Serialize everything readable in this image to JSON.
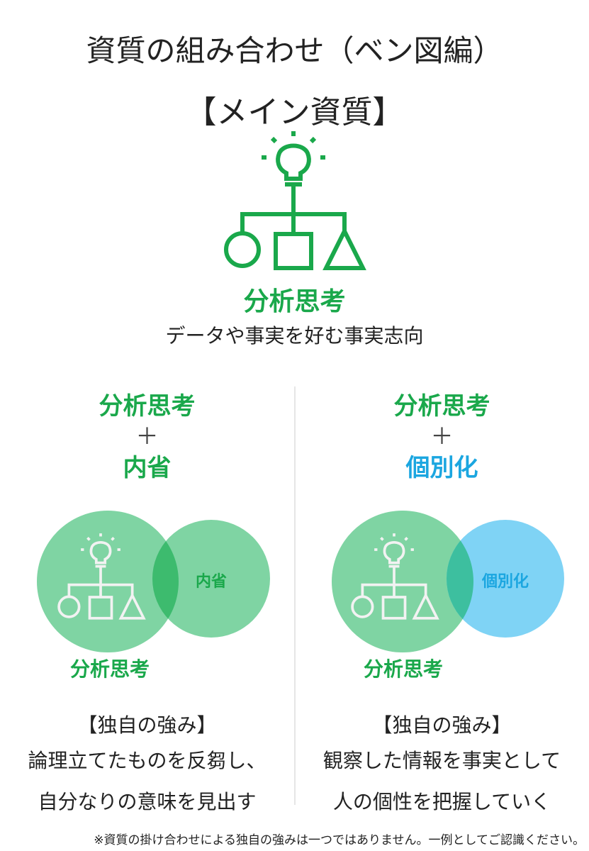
{
  "title": "資質の組み合わせ（ベン図編）",
  "subtitle": "【メイン資質】",
  "main": {
    "name": "分析思考",
    "description": "データや事実を好む事実志向",
    "icon": "analytical-thinking-icon"
  },
  "plus": "＋",
  "columns": [
    {
      "primary": "分析思考",
      "secondary": "内省",
      "venn_primary_label": "分析思考",
      "venn_secondary_label": "内省",
      "strength_heading": "【独自の強み】",
      "strength_lines": [
        "論理立てたものを反芻し、",
        "自分なりの意味を見出す"
      ],
      "secondary_color": "#1aa84b"
    },
    {
      "primary": "分析思考",
      "secondary": "個別化",
      "venn_primary_label": "分析思考",
      "venn_secondary_label": "個別化",
      "strength_heading": "【独自の強み】",
      "strength_lines": [
        "観察した情報を事実として",
        "人の個性を把握していく"
      ],
      "secondary_color": "#1ba6e0"
    }
  ],
  "footnote": "※資質の掛け合わせによる独自の強みは一つではありません。一例としてご認識ください。",
  "colors": {
    "green": "#1aa84b",
    "light_green": "#7fd4a3",
    "blue": "#1ba6e0",
    "light_blue": "#7fd3f5"
  }
}
